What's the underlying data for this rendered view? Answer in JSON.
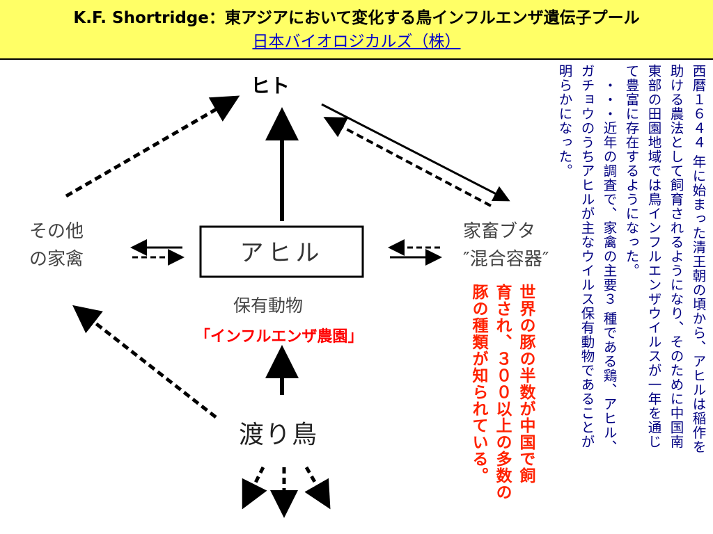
{
  "header": {
    "title": "K.F. Shortridge：東アジアにおいて変化する鳥インフルエンザ遺伝子プール",
    "subtitle": "日本バイオロジカルズ（株）"
  },
  "diagram": {
    "human": "ヒト",
    "duck": "アヒル",
    "other_poultry": [
      "その他",
      "の家禽"
    ],
    "pig": [
      "家畜ブタ",
      "″混合容器″"
    ],
    "reservoir_label": "保有動物",
    "farm_label": "「インフルエンザ農園」",
    "migratory_bird": "渡り鳥"
  },
  "notes": {
    "main_text": "西暦１６４４ 年に始まった清王朝の頃から、アヒルは稲作を\n助ける農法として飼育されるようになり、そのために中国南\n東部の田園地域では鳥インフルエンザウイルスが一年を通じ\nて豊富に存在するようになった。\n　・・・近年の調査で、家禽の主要３ 種である鶏、アヒル、\nガチョウのうちアヒルが主なウイルス保有動物であることが\n明らかになった。",
    "red_text": "世界の豚の半数が中国で飼\n育され、３００以上の多数の\n豚の種類が知られている。"
  },
  "colors": {
    "header_bg": "#ffff66",
    "subtitle": "#0000cc",
    "note_text": "#000080",
    "red_note": "#ff2200",
    "farm_label": "#ff0000"
  }
}
